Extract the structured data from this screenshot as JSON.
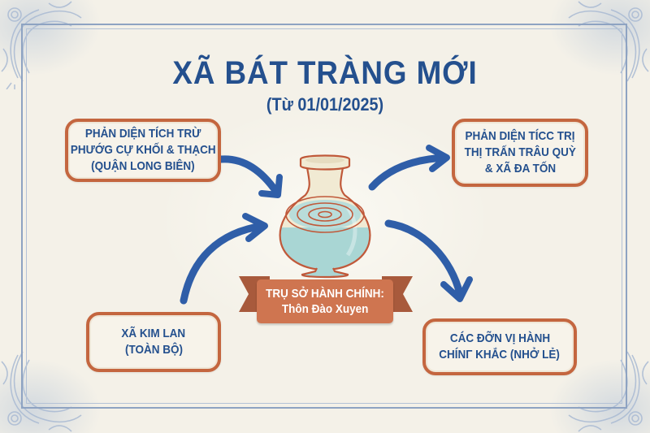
{
  "title": "XÃ BÁT TRÀNG MỚI",
  "subtitle": "(Từ 01/01/2025)",
  "center": {
    "icon": "ceramic-vase-icon",
    "banner": {
      "line1": "TRỤ SỞ HÀNH CHÍNH:",
      "line2": "Thôn Đào Xuyen"
    }
  },
  "boxes": {
    "top_left": {
      "lines": [
        "PHẢN DIỆN TÍCH TRỪ",
        "PHƯỚG CỰ KHỐI & THẠCH",
        "(QUẬN LONG BIÊN)"
      ],
      "arrow_direction": "into-center"
    },
    "top_right": {
      "lines": [
        "PHẢN DIỆN TÍCC TRỊ",
        "THỊ TRẤN TRÂU QUỲ",
        "& XÃ ĐA TỐN"
      ],
      "arrow_direction": "out-of-center"
    },
    "bottom_left": {
      "lines": [
        "XÃ KIM LAN",
        "(TOÀN BỘ)"
      ],
      "arrow_direction": "into-center"
    },
    "bottom_right": {
      "lines": [
        "CÁC ĐỠN VỊ HÀNH",
        "CHÍNΓ KHẮC (NHỞ LẺ)"
      ],
      "arrow_direction": "out-of-center"
    }
  },
  "colors": {
    "title_blue": "#24508e",
    "arrow_blue": "#2f5ea8",
    "box_border": "#c4663f",
    "banner_fill": "#cf7550",
    "banner_tail": "#a85a3c",
    "vase_cream": "#f1ead3",
    "vase_celadon": "#a9d6d4",
    "vase_outline": "#c0593a",
    "frame_line": "#8ea3c2",
    "background": "#f4f1e8"
  }
}
